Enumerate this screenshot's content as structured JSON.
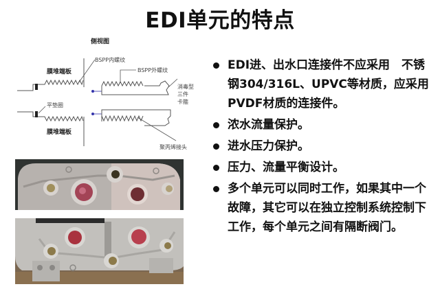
{
  "slide": {
    "title": "EDI单元的特点"
  },
  "diagram": {
    "title": "侧视图",
    "labels": {
      "bspp_internal": "BSPP内螺纹",
      "bspp_external": "BSPP外螺纹",
      "end_plate_top": "膜堆端板",
      "end_plate_bottom": "膜堆端板",
      "flat_washer": "平垫圈",
      "clamp_line1": "消毒型",
      "clamp_line2": "三件",
      "clamp_line3": "卡箍",
      "pp_joint": "聚丙烯接头"
    }
  },
  "photos": [
    {
      "alt": "edi-unit-top-photo"
    },
    {
      "alt": "edi-unit-bottom-photo"
    }
  ],
  "bullets": [
    {
      "text": "EDI进、出水口连接件不应采用　不锈钢304/316L、UPVC等材质，应采用PVDF材质的连接件。"
    },
    {
      "text": "浓水流量保护。"
    },
    {
      "text": "进水压力保护。"
    },
    {
      "text": "压力、流量平衡设计。"
    },
    {
      "text": "多个单元可以同时工作，如果其中一个故障，其它可以在独立控制系统控制下工作，每个单元之间有隔断阀门。"
    }
  ],
  "colors": {
    "text": "#111111",
    "diagram_line": "#555555",
    "arrow": "#3333aa"
  }
}
